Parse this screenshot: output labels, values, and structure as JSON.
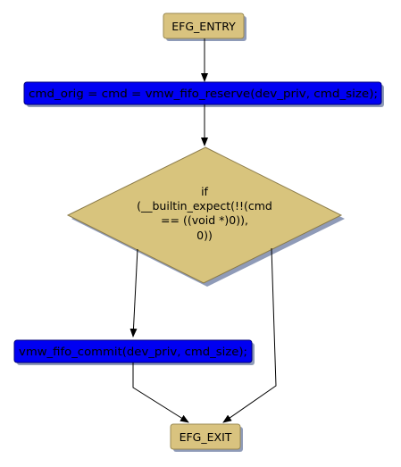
{
  "colors": {
    "terminal_fill": "#d9c37f",
    "process_fill": "#0000f2",
    "decision_fill": "#d8c47d",
    "shadow": "#8f9bb8",
    "edge": "#000000"
  },
  "nodes": {
    "entry": {
      "label": "EFG_ENTRY"
    },
    "reserve": {
      "label": "cmd_orig = cmd = vmw_fifo_reserve(dev_priv, cmd_size);"
    },
    "condition": {
      "lines": [
        "if",
        "(__builtin_expect(!!(cmd",
        "== ((void *)0)),",
        "0))"
      ]
    },
    "commit": {
      "label": "vmw_fifo_commit(dev_priv, cmd_size);"
    },
    "exit": {
      "label": "EFG_EXIT"
    }
  }
}
